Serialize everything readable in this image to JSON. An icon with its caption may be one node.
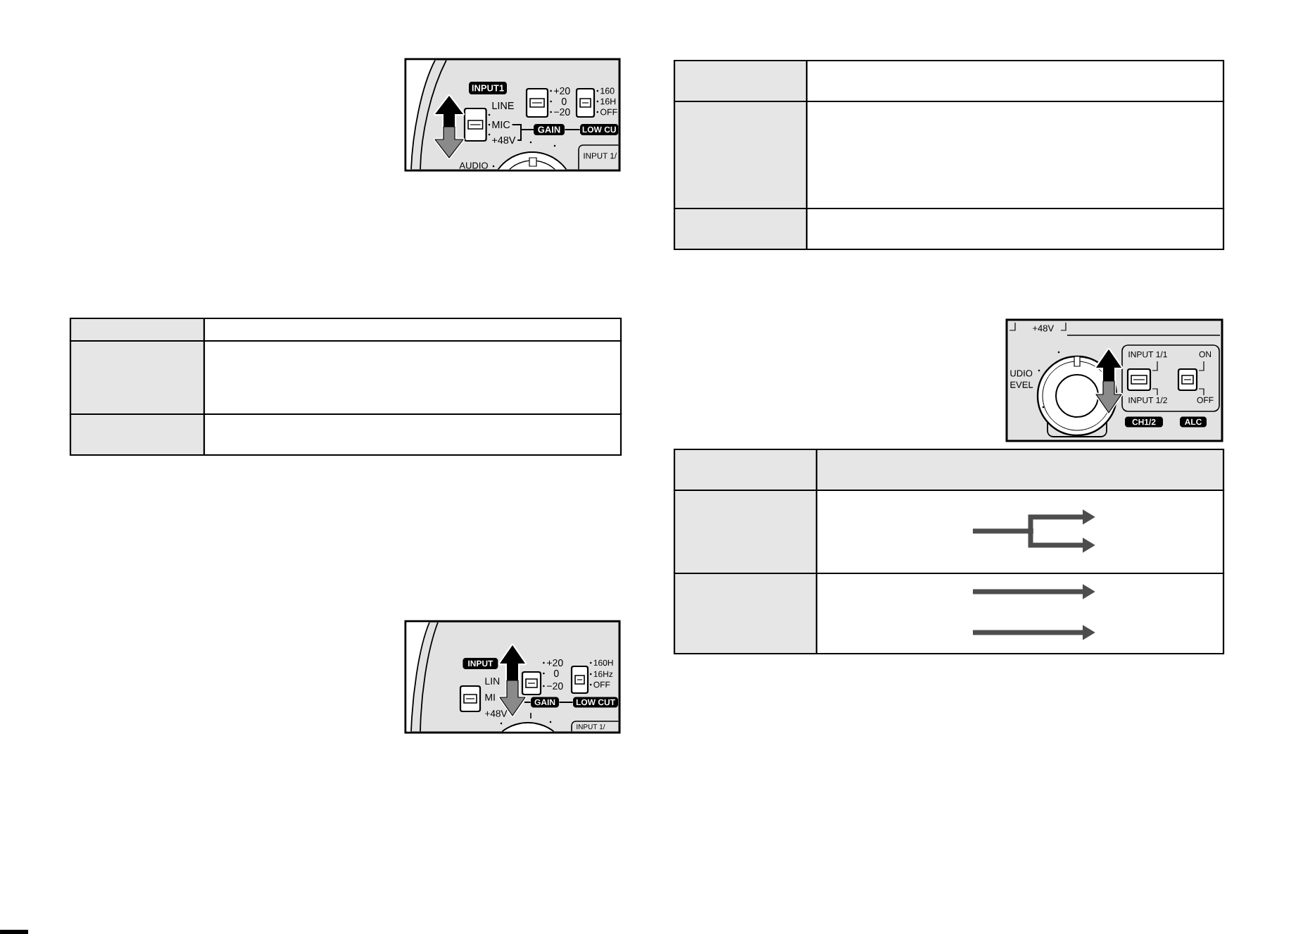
{
  "diagram": {
    "nodes": [
      {
        "text": [
          "INPUT1"
        ]
      },
      {
        "text": [
          "MIC"
        ]
      },
      {
        "text": [
          "+48V"
        ]
      },
      {
        "text": [
          "GAIN"
        ]
      },
      {
        "text": [
          "LOW CU"
        ]
      },
      {
        "text": [
          "INPUT 1/"
        ]
      },
      {
        "text": [
          "GAIN"
        ]
      },
      {
        "text": [
          "LOW CUT"
        ]
      },
      {
        "text": [
          "INPUT 1/"
        ]
      },
      {
        "text": [
          "INPUT 1/1",
          "ON",
          "INPUT 1/2",
          "OFF"
        ]
      },
      {
        "text": [
          "CH1/2"
        ]
      },
      {
        "text": [
          "ALC"
        ]
      }
    ],
    "edges": [
      {
        "from": 1,
        "to": 3,
        "arrow": "none"
      },
      {
        "from": 2,
        "to": 3,
        "arrow": "none"
      },
      {
        "from": 3,
        "to": 4,
        "arrow": "none"
      },
      {
        "from": null,
        "to": 6,
        "arrow": "none"
      },
      {
        "from": 6,
        "to": 7,
        "arrow": "none"
      }
    ],
    "labels": [
      "LINE",
      "+20",
      "0",
      "−20",
      "160",
      "16H",
      "OFF",
      "AUDIO",
      "INPUT",
      "LIN",
      "MI",
      "+48V",
      "+20",
      "0",
      "−20",
      "160H",
      "16Hz",
      "OFF",
      "+48V",
      "UDIO EVEL"
    ]
  }
}
